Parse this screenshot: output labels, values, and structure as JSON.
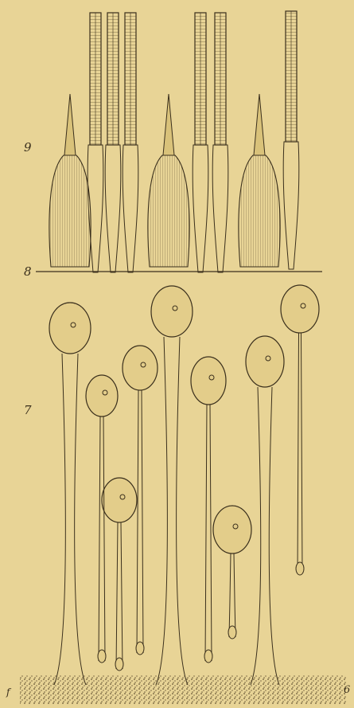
{
  "plate": {
    "colors": {
      "paper": "#e8d496",
      "ink": "#3a2f1c",
      "shade": "#6b5a36"
    },
    "layer_labels": {
      "nine": "9",
      "eight": "8",
      "seven": "7",
      "f_mark": "f",
      "six": "6"
    }
  }
}
